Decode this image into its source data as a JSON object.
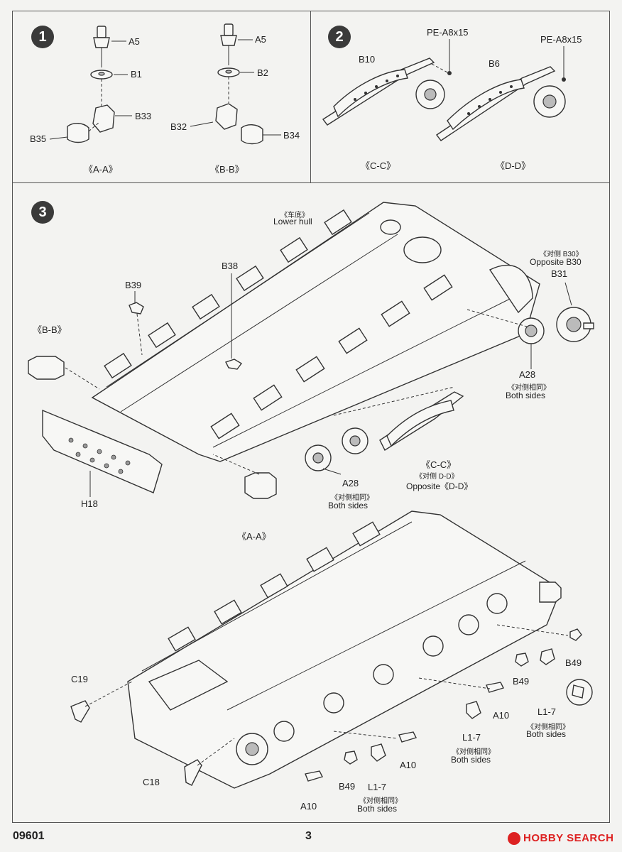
{
  "page": {
    "code": "09601",
    "number": "3",
    "brand": "HOBBY SEARCH"
  },
  "step1": {
    "number": "1",
    "left": {
      "a5": "A5",
      "b1": "B1",
      "b33": "B33",
      "b35": "B35",
      "caption": "《A-A》"
    },
    "right": {
      "a5": "A5",
      "b2": "B2",
      "b32": "B32",
      "b34": "B34",
      "caption": "《B-B》"
    }
  },
  "step2": {
    "number": "2",
    "left": {
      "pe": "PE-A8x15",
      "part": "B10",
      "caption": "《C-C》"
    },
    "right": {
      "pe": "PE-A8x15",
      "part": "B6",
      "caption": "《D-D》"
    }
  },
  "step3": {
    "number": "3",
    "lower_hull_cn": "《车底》",
    "lower_hull_en": "Lower hull",
    "b38": "B38",
    "b39": "B39",
    "bb": "《B-B》",
    "h18": "H18",
    "aa": "《A-A》",
    "opp_b30_cn": "《对侧 B30》",
    "opp_b30_en": "Opposite B30",
    "b31": "B31",
    "a28_top": "A28",
    "both_cn_1": "《对侧相同》",
    "both_en_1": "Both sides",
    "cc": "《C-C》",
    "opp_dd_cn": "《对侧 D-D》",
    "opp_dd_en": "Opposite《D-D》",
    "a28_bottom": "A28",
    "both_cn_2": "《对侧相同》",
    "both_en_2": "Both sides",
    "c19": "C19",
    "c18": "C18",
    "b49_a": "B49",
    "b49_b": "B49",
    "b49_c": "B49",
    "a10_a": "A10",
    "a10_b": "A10",
    "a10_c": "A10",
    "l17_a": "L1-7",
    "l17_b": "L1-7",
    "l17_c": "L1-7",
    "both_cn_3": "《对侧相同》",
    "both_en_3": "Both sides",
    "both_cn_4": "《对侧相同》",
    "both_en_4": "Both sides",
    "both_cn_5": "《对侧相同》",
    "both_en_5": "Both sides"
  }
}
